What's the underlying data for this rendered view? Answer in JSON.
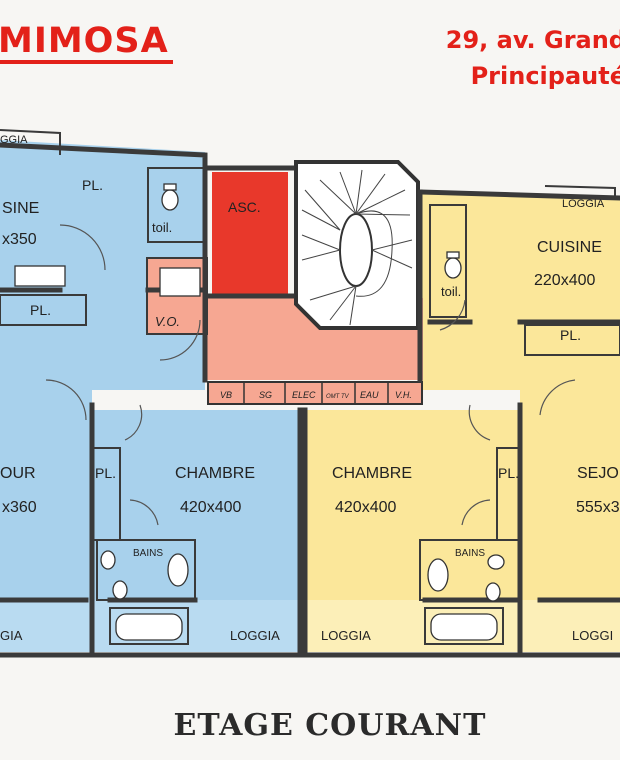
{
  "header": {
    "building_name": "MIMOSA",
    "address_line1": "29, av. Grand",
    "address_line2": "Principauté"
  },
  "rooms": {
    "left_loggia_top": "GGIA",
    "left_kitchen_name": "SINE",
    "left_kitchen_size": "x350",
    "left_pl_top": "PL.",
    "left_toilet": "toil.",
    "left_pl_mid": "PL.",
    "left_sejour_name": "OUR",
    "left_sejour_size": "x360",
    "left_pl_bed": "PL.",
    "left_chambre_name": "CHAMBRE",
    "left_chambre_size": "420x400",
    "left_bains": "BAINS",
    "left_loggia_bottom_a": "GIA",
    "left_loggia_bottom_b": "LOGGIA",
    "ascenseur": "ASC.",
    "vide_ordures": "V.O.",
    "ducts": [
      "VB",
      "SG",
      "ELEC",
      "OMT TV",
      "EAU",
      "V.H."
    ],
    "right_loggia_top": "LOGGIA",
    "right_kitchen_name": "CUISINE",
    "right_kitchen_size": "220x400",
    "right_toilet": "toil.",
    "right_pl_kitchen": "PL.",
    "right_chambre_name": "CHAMBRE",
    "right_chambre_size": "420x400",
    "right_pl_bed": "PL.",
    "right_sejour_name": "SEJO",
    "right_sejour_size": "555x3",
    "right_bains": "BAINS",
    "right_loggia_bottom_a": "LOGGIA",
    "right_loggia_bottom_b": "LOGGI"
  },
  "floor_title": "ETAGE COURANT",
  "colors": {
    "left_apartment": "#a8d1ec",
    "right_apartment": "#fbe79a",
    "common_hall": "#f6a792",
    "elevator": "#e8382b",
    "title_red": "#e32119"
  }
}
